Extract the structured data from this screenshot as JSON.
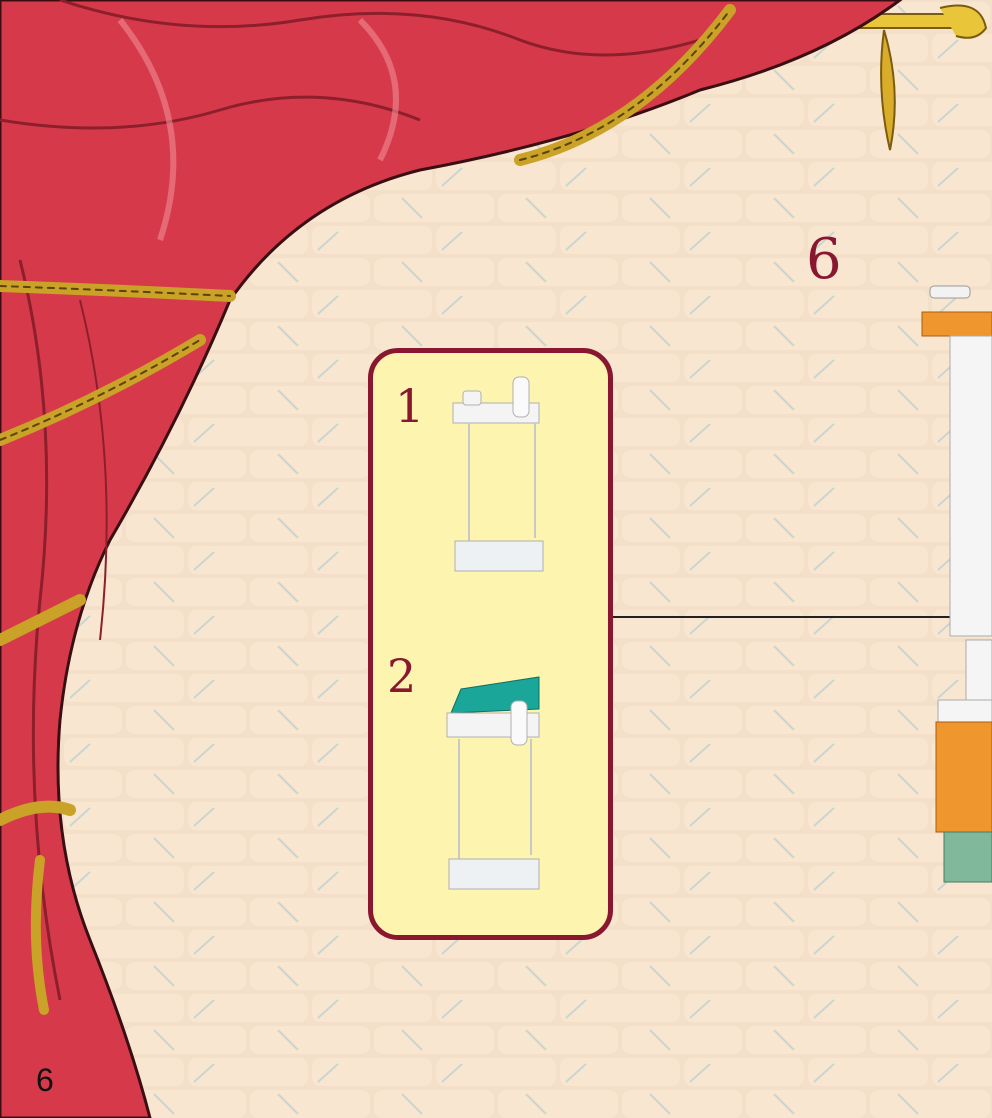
{
  "page": {
    "step_number": "6",
    "page_number": "6"
  },
  "callout": {
    "substeps": [
      {
        "label": "1",
        "part": "transparent-door-frame"
      },
      {
        "label": "2",
        "part": "transparent-door-frame-with-teal-slope"
      }
    ]
  },
  "colors": {
    "wall_background": "#f4dfc8",
    "curtain_red": "#d63a4a",
    "rope_gold": "#c9a227",
    "callout_fill": "#fdf4b0",
    "callout_border": "#8a1730",
    "teal_piece": "#1aa79a",
    "orange_piece": "#f0962e"
  }
}
